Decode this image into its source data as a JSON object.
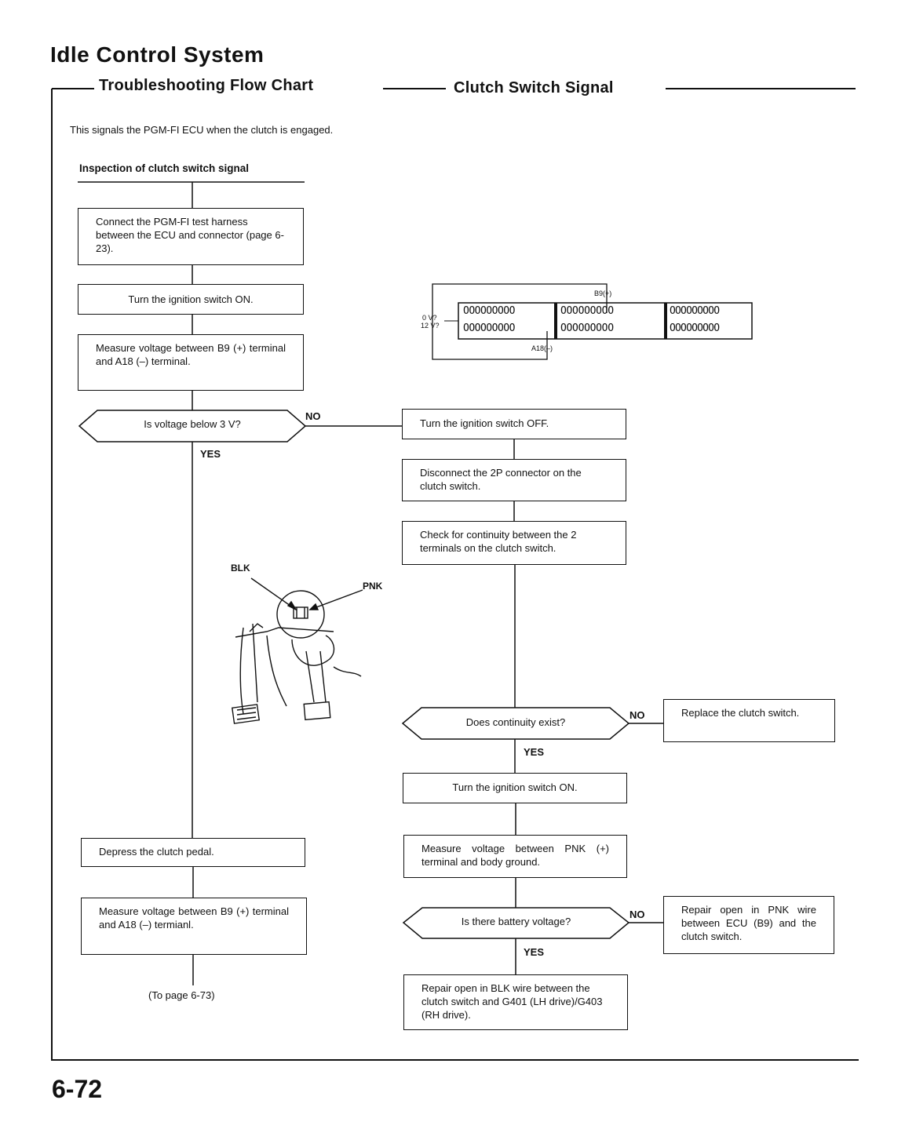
{
  "header": {
    "title": "Idle Control System",
    "subtitle_left": "Troubleshooting Flow Chart",
    "subtitle_right": "Clutch Switch Signal"
  },
  "intro": "This signals the PGM-FI ECU when the clutch is engaged.",
  "section_heading": "Inspection of clutch switch signal",
  "steps": {
    "connect_harness": "Connect the PGM-FI test harness between the ECU and connector (page 6-23).",
    "ign_on_1": "Turn the ignition switch ON.",
    "measure_b9_a18_1": "Measure voltage between B9 (+) terminal and A18 (–) terminal.",
    "q_voltage_below_3v": "Is voltage below 3 V?",
    "ign_off": "Turn the ignition switch OFF.",
    "disconnect_2p": "Disconnect the 2P connector on the clutch switch.",
    "check_continuity": "Check for continuity between the 2 terminals on the clutch switch.",
    "q_continuity": "Does continuity exist?",
    "replace_switch": "Replace the clutch switch.",
    "ign_on_2": "Turn the ignition switch ON.",
    "measure_pnk": "Measure voltage between PNK (+) terminal and body ground.",
    "q_battery_voltage": "Is there battery voltage?",
    "repair_pnk": "Repair open in PNK wire between ECU (B9) and the clutch switch.",
    "repair_blk": "Repair open in BLK wire between the clutch switch and G401 (LH drive)/G403 (RH drive).",
    "depress_pedal": "Depress the clutch pedal.",
    "measure_b9_a18_2": "Measure voltage between B9 (+) terminal and A18 (–) termianl.",
    "to_page": "(To page 6-73)"
  },
  "labels": {
    "yes": "YES",
    "no": "NO",
    "blk": "BLK",
    "pnk": "PNK",
    "b9_terminal": "B9(+)",
    "a18_terminal": "A18(–)",
    "zero_v": "0 V?",
    "twelve_v": "12 V?",
    "connector_row": "OOOOOOOOO"
  },
  "page_number": "6-72"
}
